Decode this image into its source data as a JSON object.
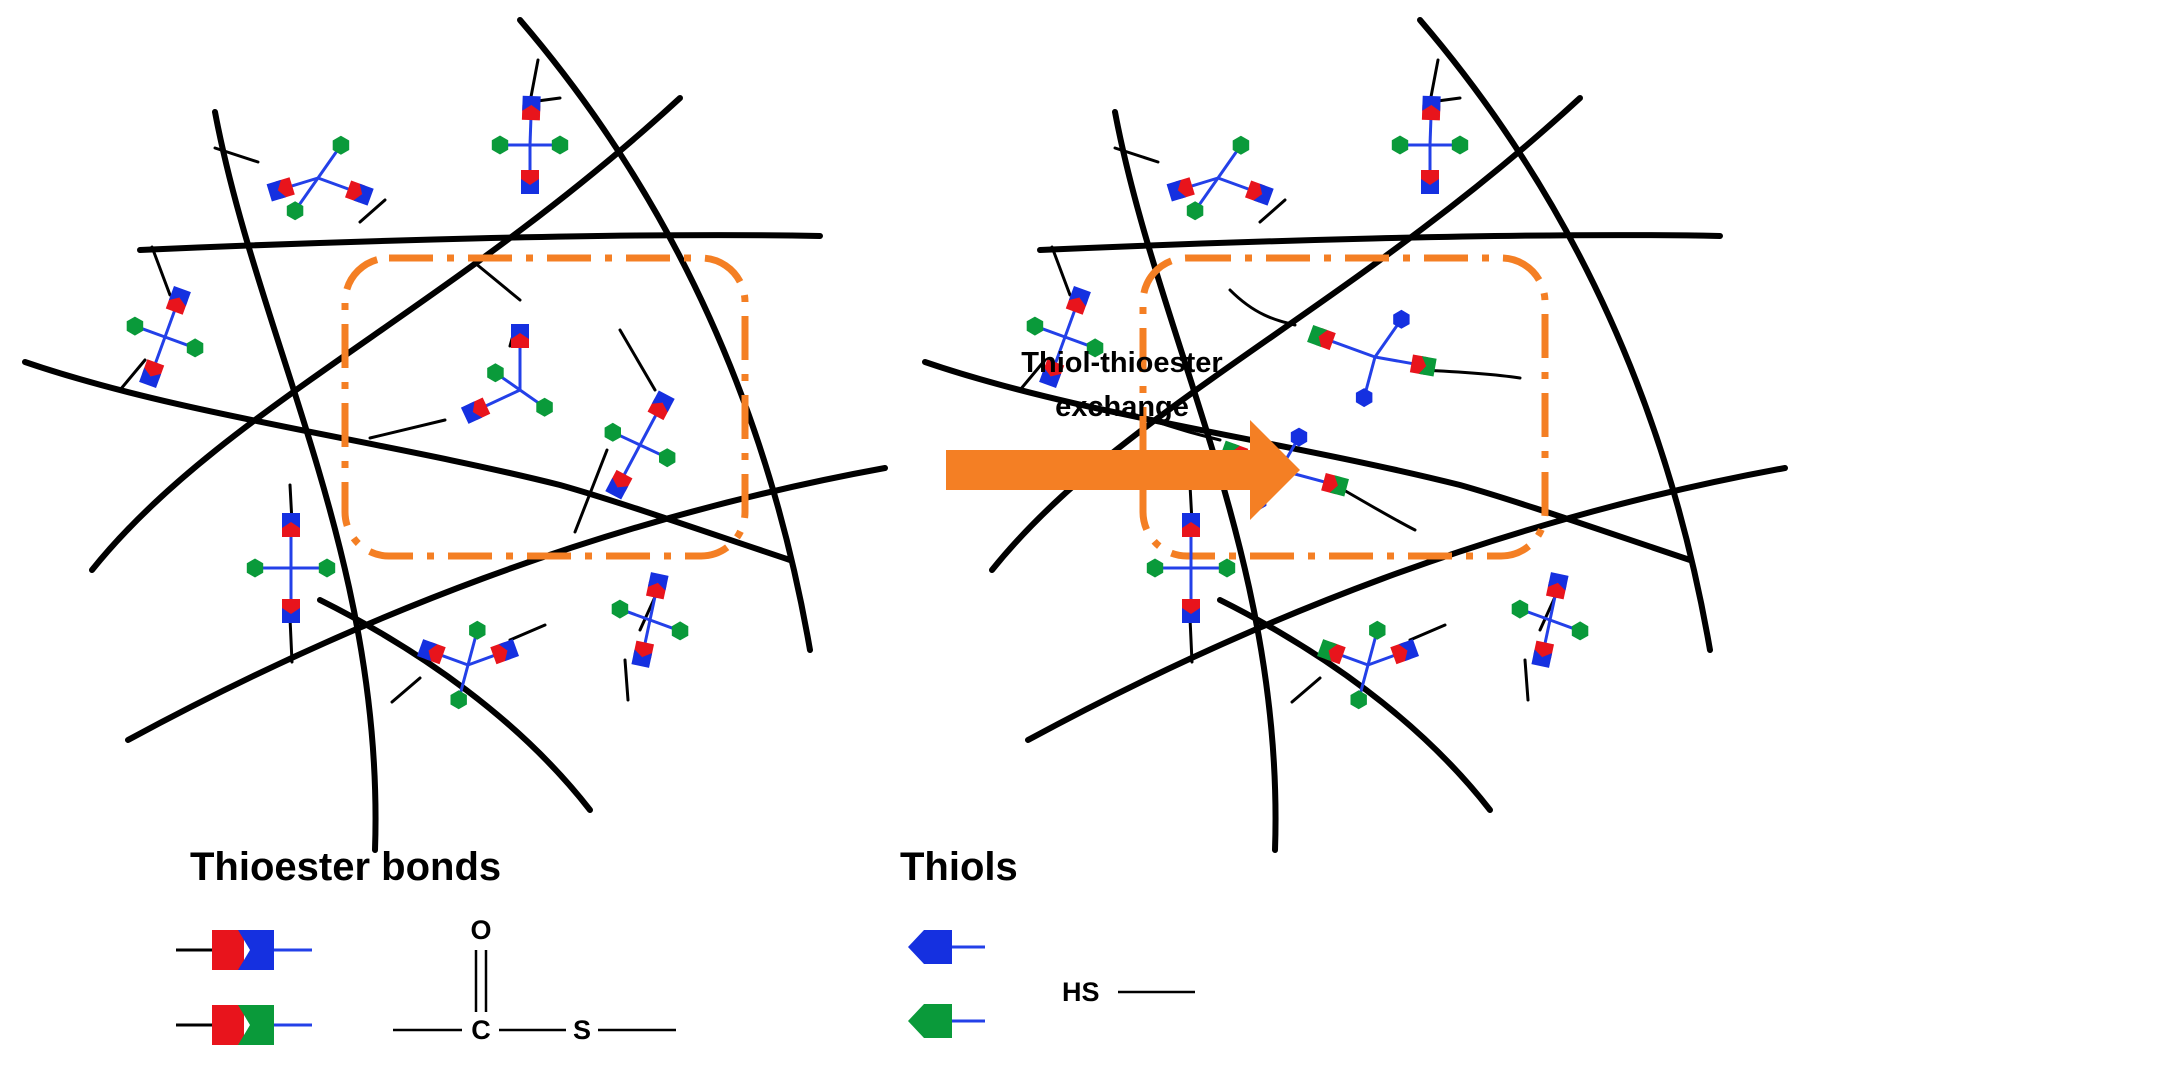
{
  "figure": {
    "arrow": {
      "label_line1": "Thiol-thioester",
      "label_line2": "exchange",
      "color": "#f47f24"
    },
    "colors": {
      "thioester_red": "#e8141c",
      "thiol_blue": "#1530e0",
      "thiol_green": "#0a9a3a",
      "crosslinker_line": "#2340e8",
      "polymer_chain": "#000000",
      "highlight_box": "#f47f24"
    },
    "legend": {
      "thioester": {
        "heading": "Thioester bonds",
        "oxygen": "O",
        "carbon": "C",
        "sulfur": "S"
      },
      "thiol": {
        "heading": "Thiols",
        "formula": "HS"
      }
    },
    "panels": [
      {
        "name": "before-exchange",
        "highlight": "reaction-region"
      },
      {
        "name": "after-exchange",
        "highlight": "reaction-region"
      }
    ]
  }
}
